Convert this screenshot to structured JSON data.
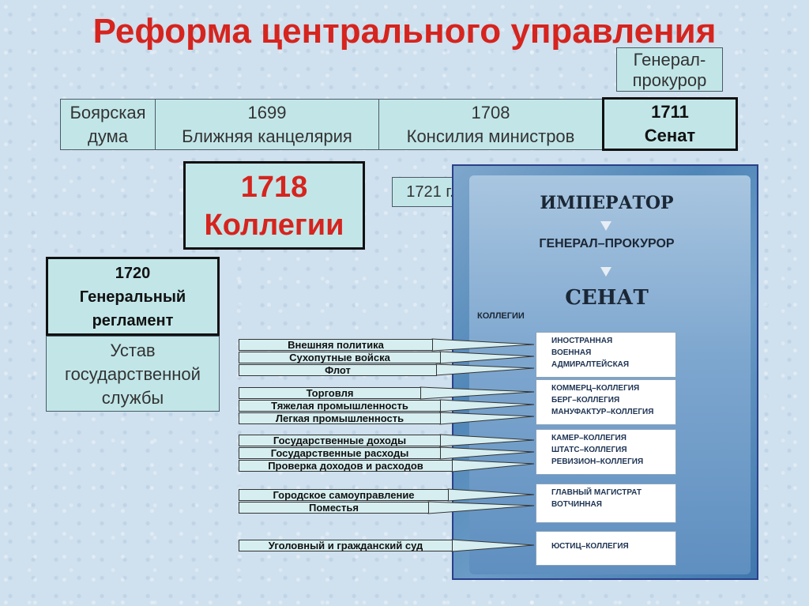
{
  "title": "Реформа центрального управления",
  "general_prosecutor_top": {
    "line1": "Генерал-",
    "line2": "прокурор"
  },
  "timeline": [
    {
      "year": "",
      "name_line1": "Боярская",
      "name_line2": "дума"
    },
    {
      "year": "1699",
      "name": "Ближняя канцелярия"
    },
    {
      "year": "1708",
      "name": "Консилия министров"
    },
    {
      "year": "1711",
      "name": "Сенат"
    }
  ],
  "collegia_box": {
    "year": "1718",
    "label": "Коллегии"
  },
  "year_1721": "1721 г.",
  "reglament": {
    "year": "1720",
    "line1": "Генеральный",
    "line2": "регламент"
  },
  "ustav": {
    "line1": "Устав",
    "line2": "государственной",
    "line3": "службы"
  },
  "panel": {
    "emperor": "ИМПЕРАТОР",
    "prosecutor": "ГЕНЕРАЛ–ПРОКУРОР",
    "senate": "СЕНАТ",
    "collegia_label": "КОЛЛЕГИИ",
    "groups": [
      [
        "ИНОСТРАННАЯ",
        "ВОЕННАЯ",
        "АДМИРАЛТЕЙСКАЯ"
      ],
      [
        "КОММЕРЦ–КОЛЛЕГИЯ",
        "БЕРГ–КОЛЛЕГИЯ",
        "МАНУФАКТУР–КОЛЛЕГИЯ"
      ],
      [
        "КАМЕР–КОЛЛЕГИЯ",
        "ШТАТС–КОЛЛЕГИЯ",
        "РЕВИЗИОН–КОЛЛЕГИЯ"
      ],
      [
        "ГЛАВНЫЙ МАГИСТРАТ",
        "ВОТЧИННАЯ"
      ],
      [
        "ЮСТИЦ–КОЛЛЕГИЯ"
      ]
    ]
  },
  "functions": [
    "Внешняя политика",
    "Сухопутные войска",
    "Флот",
    "Торговля",
    "Тяжелая промышленность",
    "Легкая промышленность",
    "Государственные доходы",
    "Государственные расходы",
    "Проверка доходов и расходов",
    "Городское самоуправление",
    "Поместья",
    "Уголовный и гражданский суд"
  ]
}
